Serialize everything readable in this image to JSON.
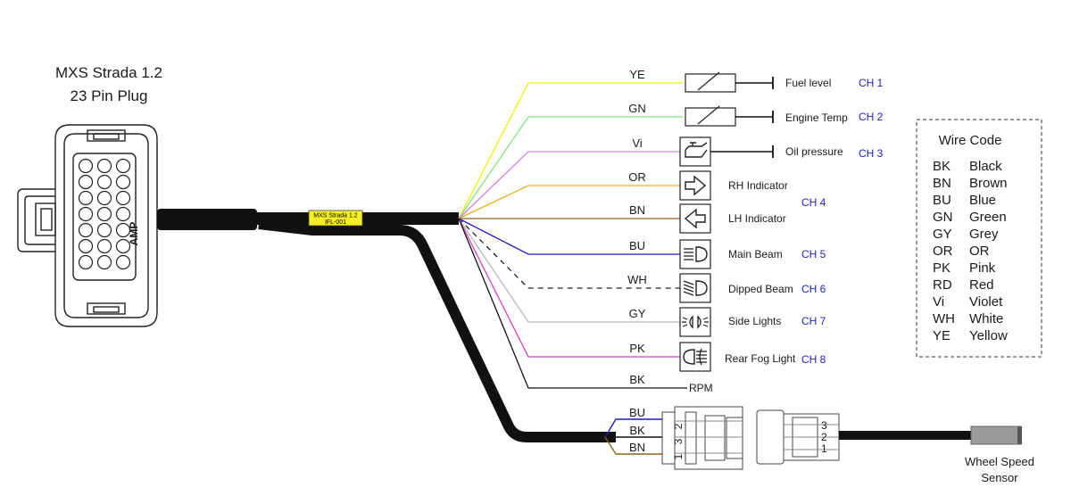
{
  "connector": {
    "title_line1": "MXS Strada 1.2",
    "title_line2": "23 Pin Plug",
    "brand": "AMP"
  },
  "harness_tag": {
    "line1": "MXS Strada 1.2",
    "line2": "IFL-001"
  },
  "branches": [
    {
      "wire": "YE",
      "color": "#f2f200",
      "signal": "Fuel level",
      "channel": "CH 1",
      "icon": "sender-icon"
    },
    {
      "wire": "GN",
      "color": "#7ee37e",
      "signal": "Engine Temp",
      "channel": "CH 2",
      "icon": "sender-icon"
    },
    {
      "wire": "Vi",
      "color": "#d580e8",
      "signal": "Oil pressure",
      "channel": "CH 3",
      "icon": "oil-can-icon"
    },
    {
      "wire": "OR",
      "color": "#e8b020",
      "signal": "RH Indicator",
      "channel": "CH 4",
      "icon": "arrow-right-icon"
    },
    {
      "wire": "BN",
      "color": "#8a6420",
      "signal": "LH Indicator",
      "channel": "",
      "icon": "arrow-left-icon"
    },
    {
      "wire": "BU",
      "color": "#1a1acc",
      "signal": "Main Beam",
      "channel": "CH 5",
      "icon": "main-beam-icon"
    },
    {
      "wire": "WH",
      "color": "#222222",
      "signal": "Dipped Beam",
      "channel": "CH 6",
      "icon": "dipped-beam-icon"
    },
    {
      "wire": "GY",
      "color": "#b8b8b8",
      "signal": "Side Lights",
      "channel": "CH 7",
      "icon": "side-lights-icon"
    },
    {
      "wire": "PK",
      "color": "#e040c8",
      "signal": "Rear Fog Light",
      "channel": "CH 8",
      "icon": "fog-light-icon"
    },
    {
      "wire": "BK",
      "color": "#111111",
      "signal": "RPM",
      "channel": "",
      "icon": ""
    }
  ],
  "speed_sensor": {
    "wires": [
      {
        "wire": "BU",
        "color": "#1a1acc"
      },
      {
        "wire": "BK",
        "color": "#111111"
      },
      {
        "wire": "BN",
        "color": "#8a6420"
      }
    ],
    "label_line1": "Wheel Speed",
    "label_line2": "Sensor",
    "pins": [
      "3",
      "2",
      "1"
    ]
  },
  "legend": {
    "title": "Wire Code",
    "entries": [
      {
        "code": "BK",
        "name": "Black"
      },
      {
        "code": "BN",
        "name": "Brown"
      },
      {
        "code": "BU",
        "name": "Blue"
      },
      {
        "code": "GN",
        "name": "Green"
      },
      {
        "code": "GY",
        "name": "Grey"
      },
      {
        "code": "OR",
        "name": "OR"
      },
      {
        "code": "PK",
        "name": "Pink"
      },
      {
        "code": "RD",
        "name": "Red"
      },
      {
        "code": "Vi",
        "name": "Violet"
      },
      {
        "code": "WH",
        "name": "White"
      },
      {
        "code": "YE",
        "name": "Yellow"
      }
    ]
  }
}
